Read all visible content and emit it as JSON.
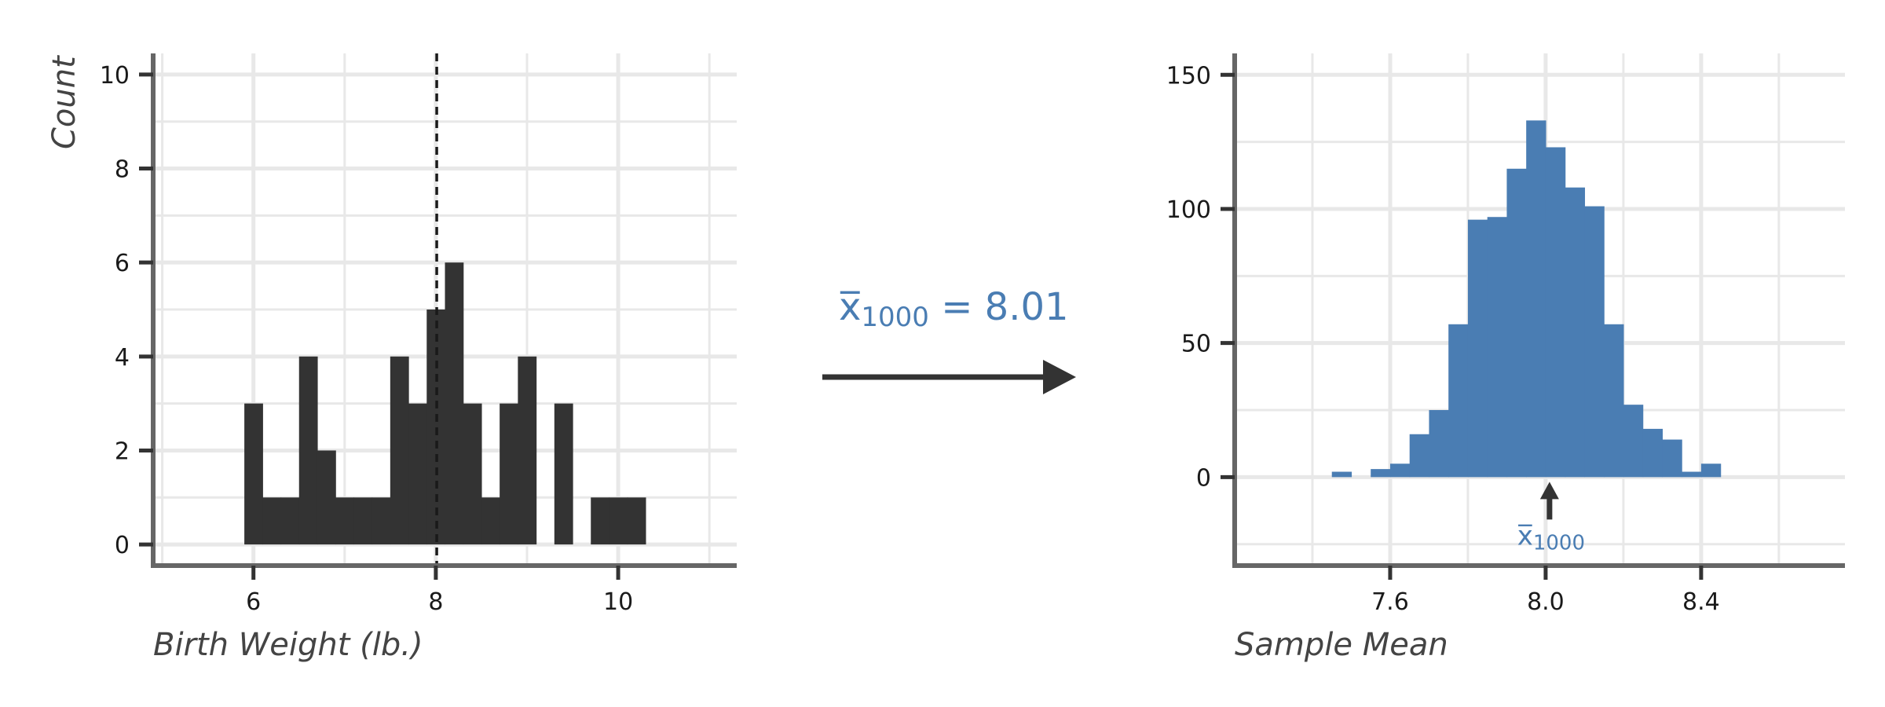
{
  "colors": {
    "dark_bar": "#333333",
    "blue_bar": "#4a7db3",
    "grid": "#e8e8e8",
    "axis": "#666666",
    "arrow": "#333333",
    "dashed_line": "#1a1a1a"
  },
  "chart_data": [
    {
      "type": "bar",
      "subtype": "histogram",
      "xlabel": "Birth Weight (lb.)",
      "ylabel": "Count",
      "xlim": [
        4.9,
        11.3
      ],
      "ylim": [
        -0.45,
        10.45
      ],
      "xticks": [
        6,
        8,
        10
      ],
      "xtick_labels": [
        "6",
        "8",
        "10"
      ],
      "yticks": [
        0,
        2,
        4,
        6,
        8,
        10
      ],
      "ytick_labels": [
        "0",
        "2",
        "4",
        "6",
        "8",
        "10"
      ],
      "bin_width": 0.2,
      "bins": [
        {
          "x0": 5.9,
          "count": 3
        },
        {
          "x0": 6.1,
          "count": 1
        },
        {
          "x0": 6.3,
          "count": 1
        },
        {
          "x0": 6.5,
          "count": 4
        },
        {
          "x0": 6.7,
          "count": 2
        },
        {
          "x0": 6.9,
          "count": 1
        },
        {
          "x0": 7.1,
          "count": 1
        },
        {
          "x0": 7.3,
          "count": 1
        },
        {
          "x0": 7.5,
          "count": 4
        },
        {
          "x0": 7.7,
          "count": 3
        },
        {
          "x0": 7.9,
          "count": 5
        },
        {
          "x0": 8.1,
          "count": 6
        },
        {
          "x0": 8.3,
          "count": 3
        },
        {
          "x0": 8.5,
          "count": 1
        },
        {
          "x0": 8.7,
          "count": 3
        },
        {
          "x0": 8.9,
          "count": 4
        },
        {
          "x0": 9.3,
          "count": 3
        },
        {
          "x0": 9.7,
          "count": 1
        },
        {
          "x0": 9.9,
          "count": 1
        },
        {
          "x0": 10.1,
          "count": 1
        }
      ],
      "mean_line": 8.01,
      "grid": true,
      "legend": "none"
    },
    {
      "type": "bar",
      "subtype": "histogram",
      "xlabel": "Sample Mean",
      "ylabel": "",
      "xlim": [
        7.2,
        8.77
      ],
      "ylim": [
        -33,
        158
      ],
      "xticks": [
        7.6,
        8.0,
        8.4
      ],
      "xtick_labels": [
        "7.6",
        "8.0",
        "8.4"
      ],
      "yticks": [
        0,
        50,
        100,
        150
      ],
      "ytick_labels": [
        "0",
        "50",
        "100",
        "150"
      ],
      "bin_width": 0.05,
      "bins": [
        {
          "x0": 7.45,
          "count": 2
        },
        {
          "x0": 7.55,
          "count": 3
        },
        {
          "x0": 7.6,
          "count": 5
        },
        {
          "x0": 7.65,
          "count": 16
        },
        {
          "x0": 7.7,
          "count": 25
        },
        {
          "x0": 7.75,
          "count": 57
        },
        {
          "x0": 7.8,
          "count": 96
        },
        {
          "x0": 7.85,
          "count": 97
        },
        {
          "x0": 7.9,
          "count": 115
        },
        {
          "x0": 7.95,
          "count": 133
        },
        {
          "x0": 8.0,
          "count": 123
        },
        {
          "x0": 8.05,
          "count": 108
        },
        {
          "x0": 8.1,
          "count": 101
        },
        {
          "x0": 8.15,
          "count": 57
        },
        {
          "x0": 8.2,
          "count": 27
        },
        {
          "x0": 8.25,
          "count": 18
        },
        {
          "x0": 8.3,
          "count": 14
        },
        {
          "x0": 8.35,
          "count": 2
        },
        {
          "x0": 8.4,
          "count": 5
        }
      ],
      "marker_x": 8.01,
      "marker_label_main": "x̅",
      "marker_label_sub": "1000",
      "grid": true,
      "legend": "none"
    }
  ],
  "annotation": {
    "main": "x̅",
    "sub": "1000",
    "rest": " = 8.01"
  }
}
